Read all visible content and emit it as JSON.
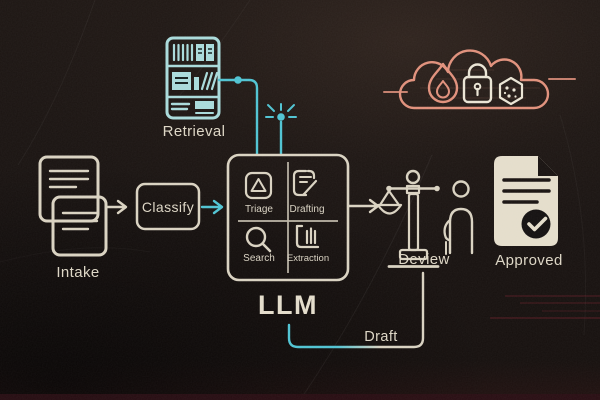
{
  "flow": {
    "retrieval": {
      "label": "Retrieval",
      "icon": "bookshelf-icon"
    },
    "intake": {
      "label": "Intake",
      "icon": "stacked-documents-icon"
    },
    "classify": {
      "label": "Classify"
    },
    "llm": {
      "label": "LLM",
      "capabilities": [
        {
          "label": "Triage",
          "icon": "warning-triangle-icon"
        },
        {
          "label": "Drafting",
          "icon": "pen-note-icon"
        },
        {
          "label": "Search",
          "icon": "magnifier-icon"
        },
        {
          "label": "Extraction",
          "icon": "extraction-lines-icon"
        }
      ]
    },
    "review": {
      "label": "Deview",
      "icons": [
        "justice-scales-icon",
        "person-icon"
      ]
    },
    "approved": {
      "label": "Approved",
      "icon": "approved-document-icon",
      "badge": "check-icon"
    },
    "draft_loop": {
      "label": "Draft"
    },
    "security_cloud": {
      "icons": [
        "fire-icon",
        "lock-icon",
        "hex-badge-icon"
      ]
    },
    "ai_connector": {
      "icon": "sparkle-icon"
    }
  },
  "colors": {
    "teal": "#4fc3d2",
    "light_teal": "#a9dada",
    "cream": "#ddd6c5",
    "salmon": "#e0907b",
    "doc_fill": "#e4ddcb",
    "background": "#181210",
    "glitch_red": "#8a2433"
  }
}
